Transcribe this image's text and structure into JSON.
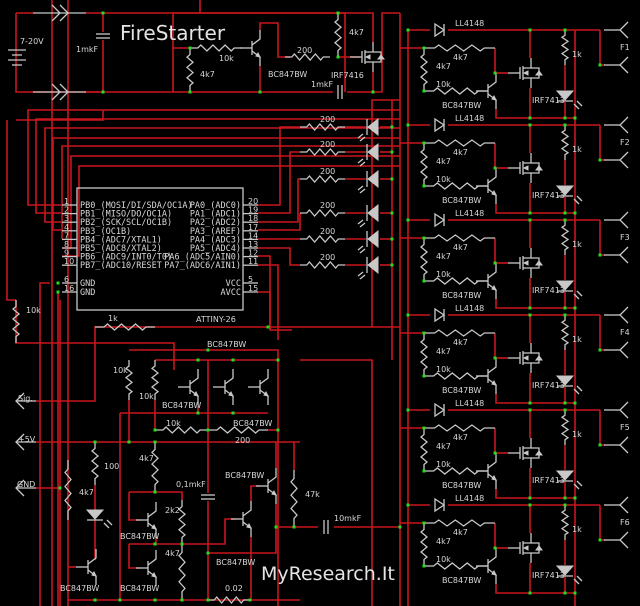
{
  "schematic": {
    "title": "FireStarter",
    "brand": "MyResearch.It",
    "colors": {
      "wire": "#c8161d",
      "component": "#c8c8c8",
      "junction": "#22dd22",
      "background": "#000000",
      "text": "#e4e4e4"
    }
  },
  "power": {
    "battery_label": "7-20V",
    "cap_label": "1mkF"
  },
  "high_side": {
    "r_base1": "4k7",
    "r_base2": "10k",
    "transistor": "BC847BW",
    "r_gate": "200",
    "r_pullup": "4k7",
    "mosfet": "IRF7416",
    "cap": "1mkF"
  },
  "mcu": {
    "name": "ATTINY-26",
    "left_pins": [
      {
        "num": "1",
        "label": "PB0_(MOSI/DI/SDA/OC1A)"
      },
      {
        "num": "2",
        "label": "PB1_(MISO/DO/OC1A)"
      },
      {
        "num": "3",
        "label": "PB2_(SCK/SCL/OC1B)"
      },
      {
        "num": "4",
        "label": "PB3_(OC1B)"
      },
      {
        "num": "7",
        "label": "PB4_(ADC7/XTAL1)"
      },
      {
        "num": "8",
        "label": "PB5_(ADC8/XTAL2)"
      },
      {
        "num": "9",
        "label": "PB6_(ADC9/INT0/T0)"
      },
      {
        "num": "10",
        "label": "PB7_(ADC10/RESET"
      }
    ],
    "gnd_pins": [
      {
        "num": "6",
        "label": "GND"
      },
      {
        "num": "16",
        "label": "GND"
      }
    ],
    "right_pins": [
      {
        "num": "20",
        "label": "PA0_(ADC0)"
      },
      {
        "num": "19",
        "label": "PA1_(ADC1)"
      },
      {
        "num": "18",
        "label": "PA2_(ADC2)"
      },
      {
        "num": "17",
        "label": "PA3_(AREF)"
      },
      {
        "num": "14",
        "label": "PA4_(ADC3)"
      },
      {
        "num": "13",
        "label": "PA5_(ADC4)"
      },
      {
        "num": "12",
        "label": "PA6_(ADC5/AIN0)"
      },
      {
        "num": "11",
        "label": "PA7_(ADC6/AIN1)"
      }
    ],
    "pwr_pins": [
      {
        "num": "5",
        "label": "VCC"
      },
      {
        "num": "15",
        "label": "AVCC"
      }
    ]
  },
  "led_resistors": [
    "200",
    "200",
    "200",
    "200",
    "200",
    "200"
  ],
  "channels": [
    {
      "output": "F1",
      "diode": "LL4148",
      "r1": "4k7",
      "r2": "4k7",
      "r3": "10k",
      "transistor": "BC847BW",
      "mosfet": "IRF7413",
      "r_led": "1k"
    },
    {
      "output": "F2",
      "diode": "LL4148",
      "r1": "4k7",
      "r2": "4k7",
      "r3": "10k",
      "transistor": "BC847BW",
      "mosfet": "IRF7413",
      "r_led": "1k"
    },
    {
      "output": "F3",
      "diode": "LL4148",
      "r1": "4k7",
      "r2": "4k7",
      "r3": "10k",
      "transistor": "BC847BW",
      "mosfet": "IRF7413",
      "r_led": "1k"
    },
    {
      "output": "F4",
      "diode": "LL4148",
      "r1": "4k7",
      "r2": "4k7",
      "r3": "10k",
      "transistor": "BC847BW",
      "mosfet": "IRF7413",
      "r_led": "1k"
    },
    {
      "output": "F5",
      "diode": "LL4148",
      "r1": "4k7",
      "r2": "4k7",
      "r3": "10k",
      "transistor": "BC847BW",
      "mosfet": "IRF7413",
      "r_led": "1k"
    },
    {
      "output": "F6",
      "diode": "LL4148",
      "r1": "4k7",
      "r2": "4k7",
      "r3": "10k",
      "transistor": "BC847BW",
      "mosfet": "IRF7413",
      "r_led": "1k"
    }
  ],
  "connectors": {
    "sig": "Sig.",
    "vcc": "+5V",
    "gnd": "GND"
  },
  "lower": {
    "r_reset": "10k",
    "r_1k": "1k",
    "q_top": "BC847BW",
    "q_mid": "BC847BW",
    "q_right": "BC847BW",
    "r_10k_a": "10k",
    "r_10k_b": "10k",
    "r_10k_c": "10k",
    "r_200": "200",
    "r_100": "100",
    "r_4k7_led": "4k7",
    "q_led": "BC847BW",
    "r_4k7_top": "4k7",
    "r_2k2": "2k2",
    "r_4k7_bot": "4k7",
    "q_mirror1": "BC847BW",
    "q_mirror2": "BC847BW",
    "cap_01": "0,1mkF",
    "q_drv1": "BC847BW",
    "q_drv2": "BC847BW",
    "r_shunt": "0.02",
    "r_47k": "47k",
    "cap_10": "10mkF"
  }
}
